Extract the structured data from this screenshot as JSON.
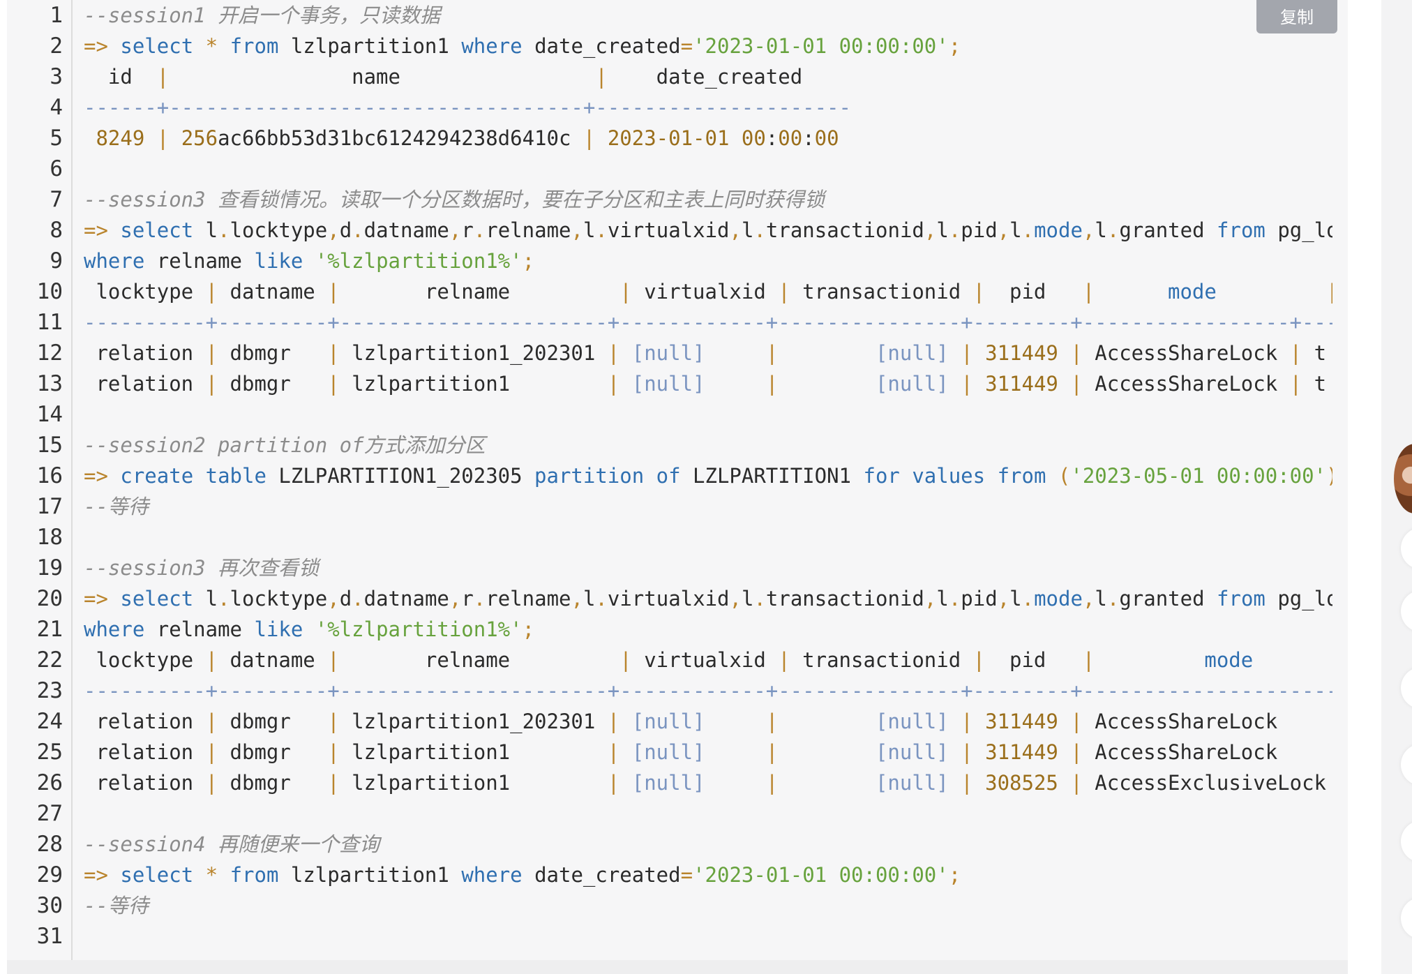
{
  "toolbar": {
    "copy_label": "复制"
  },
  "line_numbers": [
    "1",
    "2",
    "3",
    "4",
    "5",
    "6",
    "7",
    "8",
    "9",
    "10",
    "11",
    "12",
    "13",
    "14",
    "15",
    "16",
    "17",
    "18",
    "19",
    "20",
    "21",
    "22",
    "23",
    "24",
    "25",
    "26",
    "27",
    "28",
    "29",
    "30",
    "31"
  ],
  "code_lines": [
    [
      {
        "t": "--session1 开启一个事务，只读数据",
        "c": "cm"
      }
    ],
    [
      {
        "t": "=> ",
        "c": "pun"
      },
      {
        "t": "select",
        "c": "kw"
      },
      {
        "t": " ",
        "c": "txt"
      },
      {
        "t": "*",
        "c": "pun"
      },
      {
        "t": " ",
        "c": "txt"
      },
      {
        "t": "from",
        "c": "kw"
      },
      {
        "t": " lzlpartition1 ",
        "c": "txt"
      },
      {
        "t": "where",
        "c": "kw"
      },
      {
        "t": " date_created",
        "c": "txt"
      },
      {
        "t": "=",
        "c": "pun"
      },
      {
        "t": "'2023-01-01 00:00:00'",
        "c": "str"
      },
      {
        "t": ";",
        "c": "pun"
      }
    ],
    [
      {
        "t": "  id  ",
        "c": "txt"
      },
      {
        "t": "|",
        "c": "pun"
      },
      {
        "t": "               name                ",
        "c": "txt"
      },
      {
        "t": "|",
        "c": "pun"
      },
      {
        "t": "    date_created",
        "c": "txt"
      }
    ],
    [
      {
        "t": "------+----------------------------------+---------------------",
        "c": "nl"
      }
    ],
    [
      {
        "t": " 8249 ",
        "c": "num"
      },
      {
        "t": "|",
        "c": "pun"
      },
      {
        "t": " ",
        "c": "txt"
      },
      {
        "t": "256",
        "c": "num"
      },
      {
        "t": "ac66bb53d31bc6124294238d6410c ",
        "c": "txt"
      },
      {
        "t": "|",
        "c": "pun"
      },
      {
        "t": " 2023-01-01 ",
        "c": "num"
      },
      {
        "t": "00",
        "c": "num"
      },
      {
        "t": ":",
        "c": "txt"
      },
      {
        "t": "00",
        "c": "num"
      },
      {
        "t": ":",
        "c": "txt"
      },
      {
        "t": "00",
        "c": "num"
      }
    ],
    [
      {
        "t": "",
        "c": "txt"
      }
    ],
    [
      {
        "t": "--session3 查看锁情况。读取一个分区数据时，要在子分区和主表上同时获得锁",
        "c": "cm"
      }
    ],
    [
      {
        "t": "=> ",
        "c": "pun"
      },
      {
        "t": "select",
        "c": "kw"
      },
      {
        "t": " l",
        "c": "txt"
      },
      {
        "t": ".",
        "c": "pun"
      },
      {
        "t": "locktype",
        "c": "txt"
      },
      {
        "t": ",",
        "c": "pun"
      },
      {
        "t": "d",
        "c": "txt"
      },
      {
        "t": ".",
        "c": "pun"
      },
      {
        "t": "datname",
        "c": "txt"
      },
      {
        "t": ",",
        "c": "pun"
      },
      {
        "t": "r",
        "c": "txt"
      },
      {
        "t": ".",
        "c": "pun"
      },
      {
        "t": "relname",
        "c": "txt"
      },
      {
        "t": ",",
        "c": "pun"
      },
      {
        "t": "l",
        "c": "txt"
      },
      {
        "t": ".",
        "c": "pun"
      },
      {
        "t": "virtualxid",
        "c": "txt"
      },
      {
        "t": ",",
        "c": "pun"
      },
      {
        "t": "l",
        "c": "txt"
      },
      {
        "t": ".",
        "c": "pun"
      },
      {
        "t": "transactionid",
        "c": "txt"
      },
      {
        "t": ",",
        "c": "pun"
      },
      {
        "t": "l",
        "c": "txt"
      },
      {
        "t": ".",
        "c": "pun"
      },
      {
        "t": "pid",
        "c": "txt"
      },
      {
        "t": ",",
        "c": "pun"
      },
      {
        "t": "l",
        "c": "txt"
      },
      {
        "t": ".",
        "c": "pun"
      },
      {
        "t": "mode",
        "c": "kw"
      },
      {
        "t": ",",
        "c": "pun"
      },
      {
        "t": "l",
        "c": "txt"
      },
      {
        "t": ".",
        "c": "pun"
      },
      {
        "t": "granted ",
        "c": "txt"
      },
      {
        "t": "from",
        "c": "kw"
      },
      {
        "t": " pg_locks",
        "c": "txt"
      }
    ],
    [
      {
        "t": "where",
        "c": "kw"
      },
      {
        "t": " relname ",
        "c": "txt"
      },
      {
        "t": "like",
        "c": "kw"
      },
      {
        "t": " ",
        "c": "txt"
      },
      {
        "t": "'%lzlpartition1%'",
        "c": "str"
      },
      {
        "t": ";",
        "c": "pun"
      }
    ],
    [
      {
        "t": " locktype ",
        "c": "txt"
      },
      {
        "t": "|",
        "c": "pun"
      },
      {
        "t": " datname ",
        "c": "txt"
      },
      {
        "t": "|",
        "c": "pun"
      },
      {
        "t": "       relname         ",
        "c": "txt"
      },
      {
        "t": "|",
        "c": "pun"
      },
      {
        "t": " virtualxid ",
        "c": "txt"
      },
      {
        "t": "|",
        "c": "pun"
      },
      {
        "t": " transactionid ",
        "c": "txt"
      },
      {
        "t": "|",
        "c": "pun"
      },
      {
        "t": "  pid   ",
        "c": "txt"
      },
      {
        "t": "|",
        "c": "pun"
      },
      {
        "t": "      ",
        "c": "txt"
      },
      {
        "t": "mode",
        "c": "kw"
      },
      {
        "t": "         ",
        "c": "txt"
      },
      {
        "t": "|",
        "c": "pun"
      },
      {
        "t": " granted",
        "c": "txt"
      }
    ],
    [
      {
        "t": "----------+---------+----------------------+------------+---------------+--------+-----------------+---------",
        "c": "nl"
      }
    ],
    [
      {
        "t": " relation ",
        "c": "txt"
      },
      {
        "t": "|",
        "c": "pun"
      },
      {
        "t": " dbmgr   ",
        "c": "txt"
      },
      {
        "t": "|",
        "c": "pun"
      },
      {
        "t": " lzlpartition1_202301 ",
        "c": "txt"
      },
      {
        "t": "|",
        "c": "pun"
      },
      {
        "t": " ",
        "c": "txt"
      },
      {
        "t": "[null]",
        "c": "nl"
      },
      {
        "t": "     ",
        "c": "txt"
      },
      {
        "t": "|",
        "c": "pun"
      },
      {
        "t": "        ",
        "c": "txt"
      },
      {
        "t": "[null]",
        "c": "nl"
      },
      {
        "t": " ",
        "c": "txt"
      },
      {
        "t": "|",
        "c": "pun"
      },
      {
        "t": " 311449 ",
        "c": "num"
      },
      {
        "t": "|",
        "c": "pun"
      },
      {
        "t": " AccessShareLock ",
        "c": "txt"
      },
      {
        "t": "|",
        "c": "pun"
      },
      {
        "t": " t",
        "c": "txt"
      }
    ],
    [
      {
        "t": " relation ",
        "c": "txt"
      },
      {
        "t": "|",
        "c": "pun"
      },
      {
        "t": " dbmgr   ",
        "c": "txt"
      },
      {
        "t": "|",
        "c": "pun"
      },
      {
        "t": " lzlpartition1        ",
        "c": "txt"
      },
      {
        "t": "|",
        "c": "pun"
      },
      {
        "t": " ",
        "c": "txt"
      },
      {
        "t": "[null]",
        "c": "nl"
      },
      {
        "t": "     ",
        "c": "txt"
      },
      {
        "t": "|",
        "c": "pun"
      },
      {
        "t": "        ",
        "c": "txt"
      },
      {
        "t": "[null]",
        "c": "nl"
      },
      {
        "t": " ",
        "c": "txt"
      },
      {
        "t": "|",
        "c": "pun"
      },
      {
        "t": " 311449 ",
        "c": "num"
      },
      {
        "t": "|",
        "c": "pun"
      },
      {
        "t": " AccessShareLock ",
        "c": "txt"
      },
      {
        "t": "|",
        "c": "pun"
      },
      {
        "t": " t",
        "c": "txt"
      }
    ],
    [
      {
        "t": "",
        "c": "txt"
      }
    ],
    [
      {
        "t": "--session2 partition of方式添加分区",
        "c": "cm"
      }
    ],
    [
      {
        "t": "=> ",
        "c": "pun"
      },
      {
        "t": "create",
        "c": "kw"
      },
      {
        "t": " ",
        "c": "txt"
      },
      {
        "t": "table",
        "c": "kw"
      },
      {
        "t": " LZLPARTITION1_202305 ",
        "c": "txt"
      },
      {
        "t": "partition",
        "c": "kw"
      },
      {
        "t": " ",
        "c": "txt"
      },
      {
        "t": "of",
        "c": "kw"
      },
      {
        "t": " LZLPARTITION1 ",
        "c": "txt"
      },
      {
        "t": "for",
        "c": "kw"
      },
      {
        "t": " ",
        "c": "txt"
      },
      {
        "t": "values",
        "c": "kw"
      },
      {
        "t": " ",
        "c": "txt"
      },
      {
        "t": "from",
        "c": "kw"
      },
      {
        "t": " ",
        "c": "txt"
      },
      {
        "t": "(",
        "c": "pun"
      },
      {
        "t": "'2023-05-01 00:00:00'",
        "c": "str"
      },
      {
        "t": ")",
        "c": "pun"
      },
      {
        "t": " ",
        "c": "txt"
      },
      {
        "t": "to",
        "c": "kw"
      }
    ],
    [
      {
        "t": "--等待",
        "c": "cm"
      }
    ],
    [
      {
        "t": "",
        "c": "txt"
      }
    ],
    [
      {
        "t": "--session3 再次查看锁",
        "c": "cm"
      }
    ],
    [
      {
        "t": "=> ",
        "c": "pun"
      },
      {
        "t": "select",
        "c": "kw"
      },
      {
        "t": " l",
        "c": "txt"
      },
      {
        "t": ".",
        "c": "pun"
      },
      {
        "t": "locktype",
        "c": "txt"
      },
      {
        "t": ",",
        "c": "pun"
      },
      {
        "t": "d",
        "c": "txt"
      },
      {
        "t": ".",
        "c": "pun"
      },
      {
        "t": "datname",
        "c": "txt"
      },
      {
        "t": ",",
        "c": "pun"
      },
      {
        "t": "r",
        "c": "txt"
      },
      {
        "t": ".",
        "c": "pun"
      },
      {
        "t": "relname",
        "c": "txt"
      },
      {
        "t": ",",
        "c": "pun"
      },
      {
        "t": "l",
        "c": "txt"
      },
      {
        "t": ".",
        "c": "pun"
      },
      {
        "t": "virtualxid",
        "c": "txt"
      },
      {
        "t": ",",
        "c": "pun"
      },
      {
        "t": "l",
        "c": "txt"
      },
      {
        "t": ".",
        "c": "pun"
      },
      {
        "t": "transactionid",
        "c": "txt"
      },
      {
        "t": ",",
        "c": "pun"
      },
      {
        "t": "l",
        "c": "txt"
      },
      {
        "t": ".",
        "c": "pun"
      },
      {
        "t": "pid",
        "c": "txt"
      },
      {
        "t": ",",
        "c": "pun"
      },
      {
        "t": "l",
        "c": "txt"
      },
      {
        "t": ".",
        "c": "pun"
      },
      {
        "t": "mode",
        "c": "kw"
      },
      {
        "t": ",",
        "c": "pun"
      },
      {
        "t": "l",
        "c": "txt"
      },
      {
        "t": ".",
        "c": "pun"
      },
      {
        "t": "granted ",
        "c": "txt"
      },
      {
        "t": "from",
        "c": "kw"
      },
      {
        "t": " pg_locks",
        "c": "txt"
      }
    ],
    [
      {
        "t": "where",
        "c": "kw"
      },
      {
        "t": " relname ",
        "c": "txt"
      },
      {
        "t": "like",
        "c": "kw"
      },
      {
        "t": " ",
        "c": "txt"
      },
      {
        "t": "'%lzlpartition1%'",
        "c": "str"
      },
      {
        "t": ";",
        "c": "pun"
      }
    ],
    [
      {
        "t": " locktype ",
        "c": "txt"
      },
      {
        "t": "|",
        "c": "pun"
      },
      {
        "t": " datname ",
        "c": "txt"
      },
      {
        "t": "|",
        "c": "pun"
      },
      {
        "t": "       relname         ",
        "c": "txt"
      },
      {
        "t": "|",
        "c": "pun"
      },
      {
        "t": " virtualxid ",
        "c": "txt"
      },
      {
        "t": "|",
        "c": "pun"
      },
      {
        "t": " transactionid ",
        "c": "txt"
      },
      {
        "t": "|",
        "c": "pun"
      },
      {
        "t": "  pid   ",
        "c": "txt"
      },
      {
        "t": "|",
        "c": "pun"
      },
      {
        "t": "         ",
        "c": "txt"
      },
      {
        "t": "mode",
        "c": "kw"
      },
      {
        "t": "          ",
        "c": "txt"
      },
      {
        "t": "|",
        "c": "pun"
      },
      {
        "t": " granted",
        "c": "txt"
      }
    ],
    [
      {
        "t": "----------+---------+----------------------+------------+---------------+--------+---------------------+---------",
        "c": "nl"
      }
    ],
    [
      {
        "t": " relation ",
        "c": "txt"
      },
      {
        "t": "|",
        "c": "pun"
      },
      {
        "t": " dbmgr   ",
        "c": "txt"
      },
      {
        "t": "|",
        "c": "pun"
      },
      {
        "t": " lzlpartition1_202301 ",
        "c": "txt"
      },
      {
        "t": "|",
        "c": "pun"
      },
      {
        "t": " ",
        "c": "txt"
      },
      {
        "t": "[null]",
        "c": "nl"
      },
      {
        "t": "     ",
        "c": "txt"
      },
      {
        "t": "|",
        "c": "pun"
      },
      {
        "t": "        ",
        "c": "txt"
      },
      {
        "t": "[null]",
        "c": "nl"
      },
      {
        "t": " ",
        "c": "txt"
      },
      {
        "t": "|",
        "c": "pun"
      },
      {
        "t": " 311449 ",
        "c": "num"
      },
      {
        "t": "|",
        "c": "pun"
      },
      {
        "t": " AccessShareLock     ",
        "c": "txt"
      },
      {
        "t": "|",
        "c": "pun"
      },
      {
        "t": " t",
        "c": "txt"
      }
    ],
    [
      {
        "t": " relation ",
        "c": "txt"
      },
      {
        "t": "|",
        "c": "pun"
      },
      {
        "t": " dbmgr   ",
        "c": "txt"
      },
      {
        "t": "|",
        "c": "pun"
      },
      {
        "t": " lzlpartition1        ",
        "c": "txt"
      },
      {
        "t": "|",
        "c": "pun"
      },
      {
        "t": " ",
        "c": "txt"
      },
      {
        "t": "[null]",
        "c": "nl"
      },
      {
        "t": "     ",
        "c": "txt"
      },
      {
        "t": "|",
        "c": "pun"
      },
      {
        "t": "        ",
        "c": "txt"
      },
      {
        "t": "[null]",
        "c": "nl"
      },
      {
        "t": " ",
        "c": "txt"
      },
      {
        "t": "|",
        "c": "pun"
      },
      {
        "t": " 311449 ",
        "c": "num"
      },
      {
        "t": "|",
        "c": "pun"
      },
      {
        "t": " AccessShareLock     ",
        "c": "txt"
      },
      {
        "t": "|",
        "c": "pun"
      },
      {
        "t": " t",
        "c": "txt"
      }
    ],
    [
      {
        "t": " relation ",
        "c": "txt"
      },
      {
        "t": "|",
        "c": "pun"
      },
      {
        "t": " dbmgr   ",
        "c": "txt"
      },
      {
        "t": "|",
        "c": "pun"
      },
      {
        "t": " lzlpartition1        ",
        "c": "txt"
      },
      {
        "t": "|",
        "c": "pun"
      },
      {
        "t": " ",
        "c": "txt"
      },
      {
        "t": "[null]",
        "c": "nl"
      },
      {
        "t": "     ",
        "c": "txt"
      },
      {
        "t": "|",
        "c": "pun"
      },
      {
        "t": "        ",
        "c": "txt"
      },
      {
        "t": "[null]",
        "c": "nl"
      },
      {
        "t": " ",
        "c": "txt"
      },
      {
        "t": "|",
        "c": "pun"
      },
      {
        "t": " 308525 ",
        "c": "num"
      },
      {
        "t": "|",
        "c": "pun"
      },
      {
        "t": " AccessExclusiveLock ",
        "c": "txt"
      },
      {
        "t": "|",
        "c": "pun"
      },
      {
        "t": " f",
        "c": "txt"
      }
    ],
    [
      {
        "t": "",
        "c": "txt"
      }
    ],
    [
      {
        "t": "--session4 再随便来一个查询",
        "c": "cm"
      }
    ],
    [
      {
        "t": "=> ",
        "c": "pun"
      },
      {
        "t": "select",
        "c": "kw"
      },
      {
        "t": " ",
        "c": "txt"
      },
      {
        "t": "*",
        "c": "pun"
      },
      {
        "t": " ",
        "c": "txt"
      },
      {
        "t": "from",
        "c": "kw"
      },
      {
        "t": " lzlpartition1 ",
        "c": "txt"
      },
      {
        "t": "where",
        "c": "kw"
      },
      {
        "t": " date_created",
        "c": "txt"
      },
      {
        "t": "=",
        "c": "pun"
      },
      {
        "t": "'2023-01-01 00:00:00'",
        "c": "str"
      },
      {
        "t": ";",
        "c": "pun"
      }
    ],
    [
      {
        "t": "--等待",
        "c": "cm"
      }
    ],
    [
      {
        "t": "",
        "c": "txt"
      }
    ]
  ],
  "colors": {
    "keyword": "#2f6fb0",
    "string": "#67a23d",
    "number": "#9a6e1b",
    "comment": "#8c8c8c",
    "punctuation": "#b9842c",
    "null": "#7a94c0",
    "background": "#f6f6f7"
  }
}
